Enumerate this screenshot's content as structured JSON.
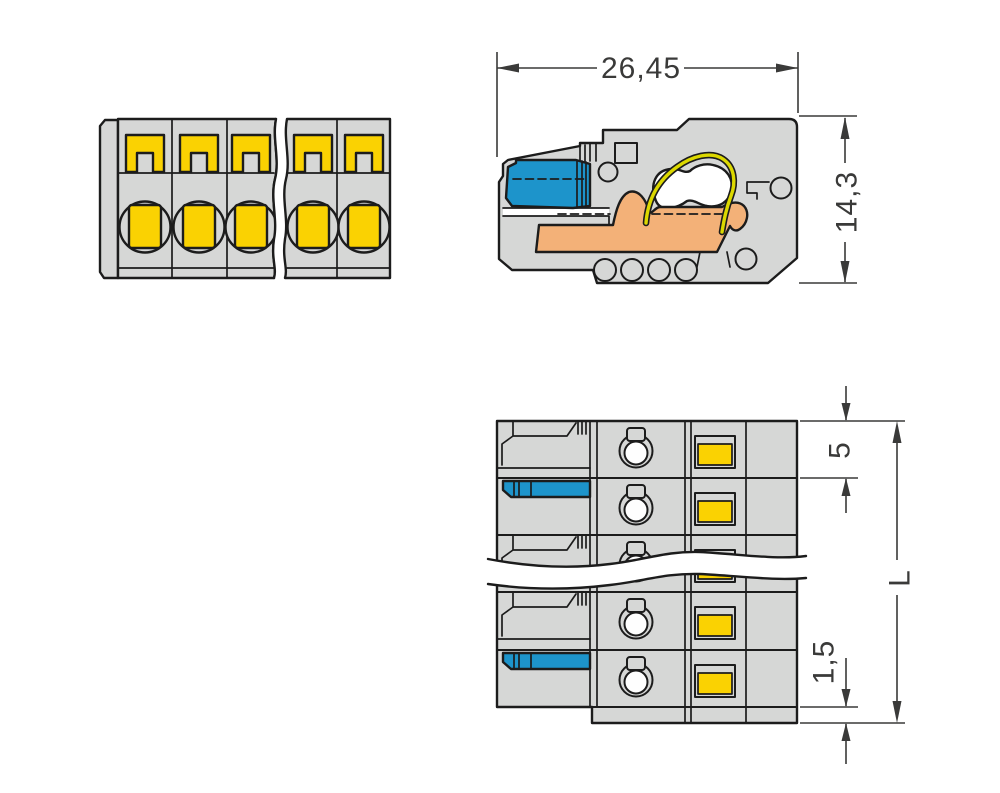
{
  "colors": {
    "bg": "#ffffff",
    "body": "#d6d7d6",
    "line": "#1c1c1c",
    "dim": "#3a3a39",
    "yellow": "#fad202",
    "blue": "#1d94cb",
    "orange": "#f3b178",
    "spring": "#dcd800",
    "hole": "#fefefe"
  },
  "dimensions": {
    "width": {
      "label": "26,45"
    },
    "height": {
      "label": "14,3"
    },
    "pole_pitch": {
      "label": "5"
    },
    "end_strip": {
      "label": "1,5"
    },
    "total_length": {
      "label": "L"
    }
  },
  "front_view": {
    "poles_visible": 5,
    "break": true
  },
  "plan_view": {
    "rows_visible": 5,
    "break": true
  }
}
